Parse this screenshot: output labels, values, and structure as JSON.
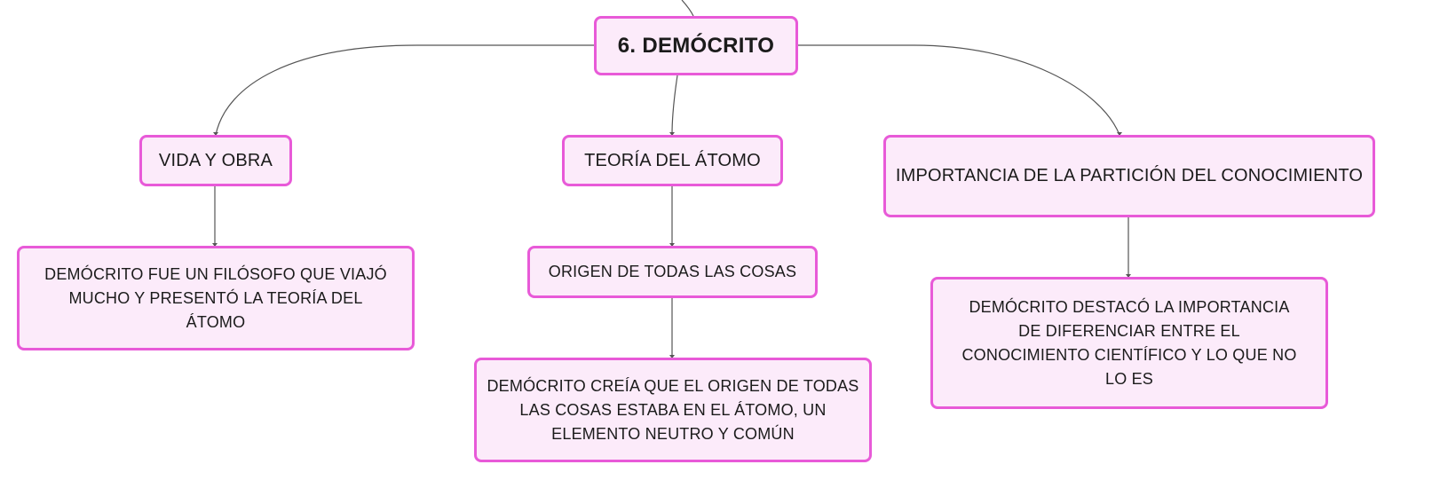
{
  "diagram": {
    "root": {
      "label": "6. DEMÓCRITO"
    },
    "branches": [
      {
        "label": "VIDA Y OBRA",
        "children": [
          {
            "label": "DEMÓCRITO FUE UN FILÓSOFO QUE VIAJÓ MUCHO Y PRESENTÓ LA TEORÍA DEL ÁTOMO"
          }
        ]
      },
      {
        "label": "TEORÍA DEL ÁTOMO",
        "children": [
          {
            "label": "ORIGEN DE TODAS LAS COSAS"
          },
          {
            "label": "DEMÓCRITO CREÍA QUE EL ORIGEN DE TODAS LAS COSAS ESTABA EN EL ÁTOMO, UN ELEMENTO NEUTRO Y COMÚN"
          }
        ]
      },
      {
        "label": "IMPORTANCIA DE LA PARTICIÓN DEL CONOCIMIENTO",
        "children": [
          {
            "label": "DEMÓCRITO DESTACÓ LA IMPORTANCIA DE DIFERENCIAR ENTRE EL CONOCIMIENTO CIENTÍFICO Y LO QUE NO LO ES"
          }
        ]
      }
    ]
  },
  "colors": {
    "node_fill": "#fcebfa",
    "node_border": "#e85ad8",
    "connector": "#555555",
    "text": "#1b1b1b"
  }
}
